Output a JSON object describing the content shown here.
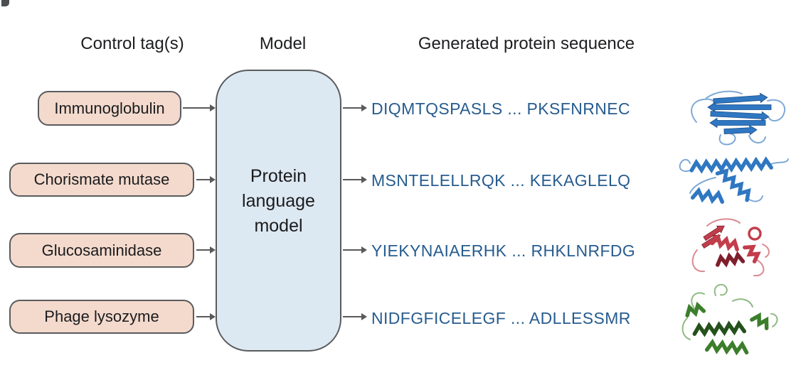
{
  "headers": {
    "control": "Control tag(s)",
    "model": "Model",
    "generated": "Generated protein sequence"
  },
  "model": {
    "label": "Protein language model",
    "lines": [
      "Protein",
      "language",
      "model"
    ],
    "fill": "#dde9f2",
    "border": "#5a5b5d"
  },
  "tag_style": {
    "fill": "#f3dacd",
    "border": "#5a5b5d"
  },
  "arrow_color": "#58595b",
  "sequence_color": "#275c8f",
  "rows": [
    {
      "tag": "Immunoglobulin",
      "sequence": "DIQMTQSPASLS ... PKSFNRNEC",
      "structure": {
        "name": "immunoglobulin-beta-sandwich",
        "color": "#2f77c2",
        "dark": "#1d4e86",
        "light": "#7fa9d6"
      }
    },
    {
      "tag": "Chorismate mutase",
      "sequence": "MSNTELELLRQK ... KEKAGLELQ",
      "structure": {
        "name": "chorismate-mutase-helical-bundle",
        "color": "#2f77c2",
        "dark": "#1d4e86",
        "light": "#7fa9d6"
      }
    },
    {
      "tag": "Glucosaminidase",
      "sequence": "YIEKYNAIAERHK ... RHKLNRFDG",
      "structure": {
        "name": "glucosaminidase-globular-fold",
        "color": "#c23d4b",
        "dark": "#7e1f2c",
        "light": "#d98a93"
      }
    },
    {
      "tag": "Phage lysozyme",
      "sequence": "NIDFGFICELEGF ... ADLLESSMR",
      "structure": {
        "name": "phage-lysozyme-helical-fold",
        "color": "#3c7e2b",
        "dark": "#24511a",
        "light": "#8fba84"
      }
    }
  ]
}
